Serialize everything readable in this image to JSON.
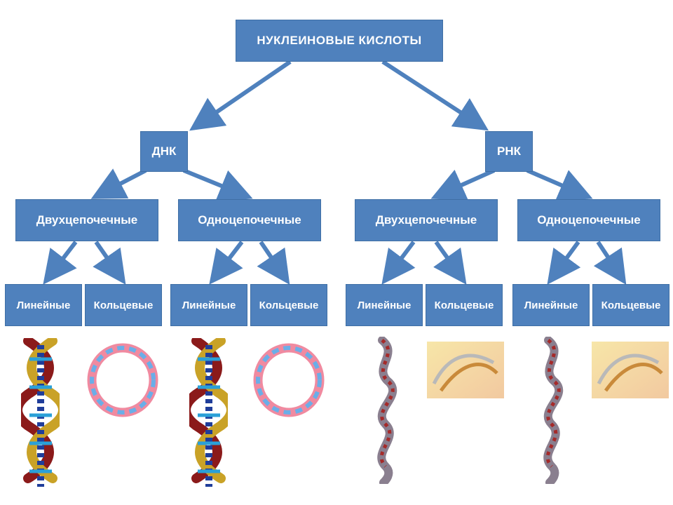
{
  "colors": {
    "node_fill": "#4f81bd",
    "edge": "#4f81bd",
    "node_text": "#ffffff"
  },
  "root": "НУКЛЕИНОВЫЕ  КИСЛОТЫ",
  "dna": {
    "label": "ДНК",
    "double": {
      "label": "Двухцепочечные",
      "linear": "Линейные",
      "circular": "Кольцевые"
    },
    "single": {
      "label": "Одноцепочечные",
      "linear": "Линейные",
      "circular": "Кольцевые"
    }
  },
  "rna": {
    "label": "РНК",
    "double": {
      "label": "Двухцепочечные",
      "linear": "Линейные",
      "circular": "Кольцевые"
    },
    "single": {
      "label": "Одноцепочечные",
      "linear": "Линейные",
      "circular": "Кольцевые"
    }
  }
}
